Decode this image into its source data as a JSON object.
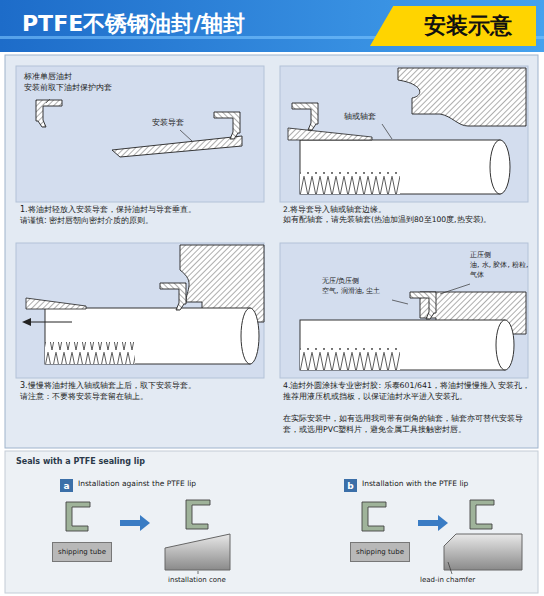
{
  "diagram": {
    "title": "PTFE不锈钢油封/轴封",
    "nodes": [
      {
        "text": [
          "安装示意"
        ]
      },
      {
        "text": [
          "a"
        ]
      },
      {
        "text": [
          "b"
        ]
      },
      {
        "text": [
          "shipping tube"
        ]
      },
      {
        "text": [
          "shipping tube"
        ]
      }
    ],
    "labels": [
      "标准单唇油封 安装前取下油封保护内套",
      "安装导套",
      "1.将油封轻放入安装导套，保持油封与导套垂直。 请谨慎: 密封唇朝向密封介质的原则。",
      "轴或轴套",
      "2.将导套导入轴或轴套边缘。 如有配轴套，请先装轴套(热油加温到80至100度,热安装)。",
      "3.慢慢将油封推入轴或轴套上后，取下安装导套。 请注意：不要将安装导套留在轴上。",
      "无压/负压侧 空气, 润滑油, 尘土",
      "正压侧 油, 水, 胶体, 粉粒, 气体",
      "4.油封外圆涂抹专业密封胶: 乐泰601/641，将油封慢慢推入 安装孔，推荐用液压机或挡板，以保证油封水平进入安装孔。",
      "在实际安装中，如有选用我司带有倒角的轴套，轴套亦可替代安装导套，或选用PVC塑料片，避免金属工具接触密封唇。",
      "Seals with a PTFE sealing lip",
      "Installation against the PTFE lip",
      "Installation with the PTFE lip",
      "installation cone",
      "lead-in chamfer"
    ]
  }
}
